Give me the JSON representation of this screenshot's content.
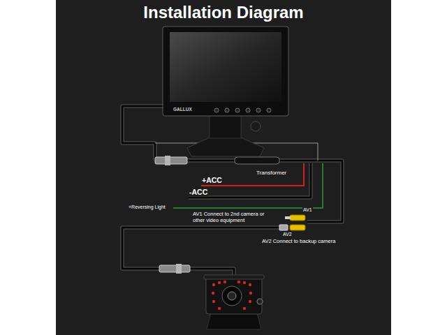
{
  "diagram": {
    "title": "Installation Diagram",
    "labels": [
      "GALLUX",
      "Transformer",
      "+ACC",
      "-ACC",
      "+Reversing Light",
      "AV1 Connect to 2nd camera or other video equipment",
      "AV1",
      "AV2",
      "AV2 Connect to backup camera"
    ]
  }
}
